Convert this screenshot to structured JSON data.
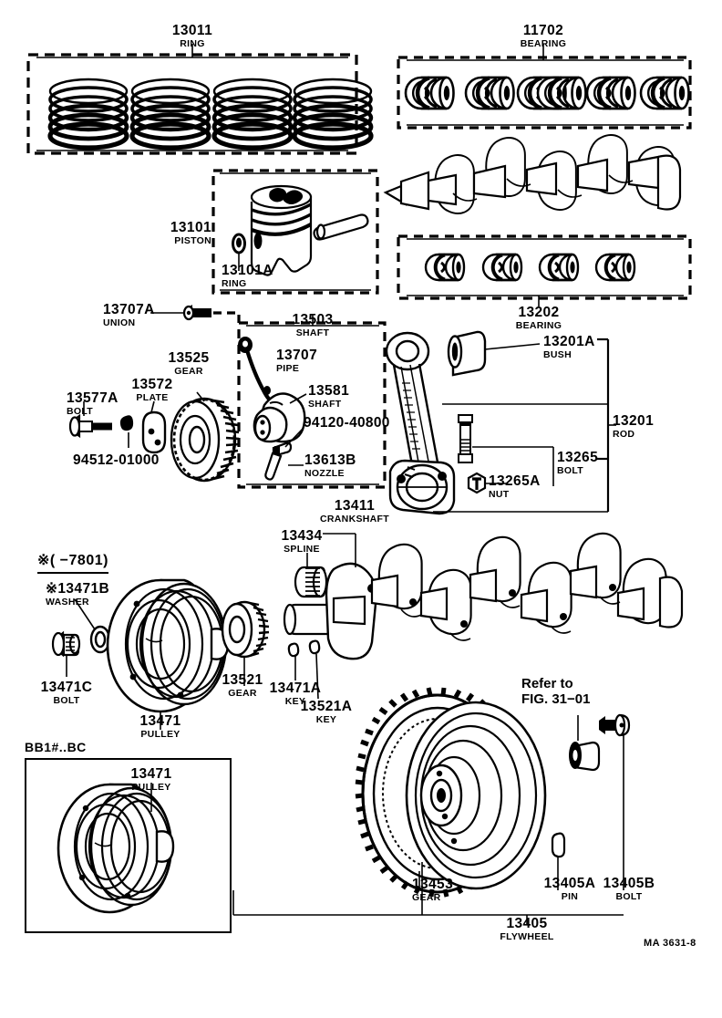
{
  "figure": {
    "code": "MA 3631-8",
    "refer_note": "Refer to\nFIG. 31−01",
    "refer_line1": "Refer to",
    "refer_line2": "FIG. 31−01",
    "date_note": "※(        −7801)",
    "inset_caption": "BB1#..BC"
  },
  "groups": {
    "ring_box": {
      "num": "13011",
      "name": "RING"
    },
    "piston_box": {
      "num": "13101",
      "name": "PISTON"
    },
    "oil_pump_box": {
      "num": "13503",
      "name": "SHAFT"
    },
    "main_bearing_box": {
      "num": "11702",
      "name": "BEARING"
    },
    "rod_bearing_box": {
      "num": "13202",
      "name": "BEARING"
    }
  },
  "labels": [
    {
      "id": "13011",
      "num": "13011",
      "name": "RING"
    },
    {
      "id": "13101",
      "num": "13101",
      "name": "PISTON"
    },
    {
      "id": "13101A",
      "num": "13101A",
      "name": "RING"
    },
    {
      "id": "11702",
      "num": "11702",
      "name": "BEARING"
    },
    {
      "id": "13202",
      "num": "13202",
      "name": "BEARING"
    },
    {
      "id": "13707A",
      "num": "13707A",
      "name": "UNION"
    },
    {
      "id": "13503",
      "num": "13503",
      "name": "SHAFT"
    },
    {
      "id": "13707",
      "num": "13707",
      "name": "PIPE"
    },
    {
      "id": "13581",
      "num": "13581",
      "name": "SHAFT"
    },
    {
      "id": "13613B",
      "num": "13613B",
      "name": "NOZZLE"
    },
    {
      "id": "13525",
      "num": "13525",
      "name": "GEAR"
    },
    {
      "id": "13572",
      "num": "13572",
      "name": "PLATE"
    },
    {
      "id": "13577A",
      "num": "13577A",
      "name": "BOLT"
    },
    {
      "id": "94120-40800",
      "num": "94120-40800",
      "name": ""
    },
    {
      "id": "94512-01000",
      "num": "94512-01000",
      "name": ""
    },
    {
      "id": "13201A",
      "num": "13201A",
      "name": "BUSH"
    },
    {
      "id": "13201",
      "num": "13201",
      "name": "ROD"
    },
    {
      "id": "13265",
      "num": "13265",
      "name": "BOLT"
    },
    {
      "id": "13265A",
      "num": "13265A",
      "name": "NUT"
    },
    {
      "id": "13411",
      "num": "13411",
      "name": "CRANKSHAFT"
    },
    {
      "id": "13434",
      "num": "13434",
      "name": "SPLINE"
    },
    {
      "id": "13471B",
      "num": "※13471B",
      "name": "WASHER"
    },
    {
      "id": "13471C",
      "num": "13471C",
      "name": "BOLT"
    },
    {
      "id": "13471",
      "num": "13471",
      "name": "PULLEY"
    },
    {
      "id": "13521",
      "num": "13521",
      "name": "GEAR"
    },
    {
      "id": "13471A",
      "num": "13471A",
      "name": "KEY"
    },
    {
      "id": "13521A",
      "num": "13521A",
      "name": "KEY"
    },
    {
      "id": "13453",
      "num": "13453",
      "name": "GEAR"
    },
    {
      "id": "13405",
      "num": "13405",
      "name": "FLYWHEEL"
    },
    {
      "id": "13405A",
      "num": "13405A",
      "name": "PIN"
    },
    {
      "id": "13405B",
      "num": "13405B",
      "name": "BOLT"
    },
    {
      "id": "13471_inset",
      "num": "13471",
      "name": "PULLEY"
    }
  ],
  "colors": {
    "ink": "#000000",
    "paper": "#ffffff"
  }
}
